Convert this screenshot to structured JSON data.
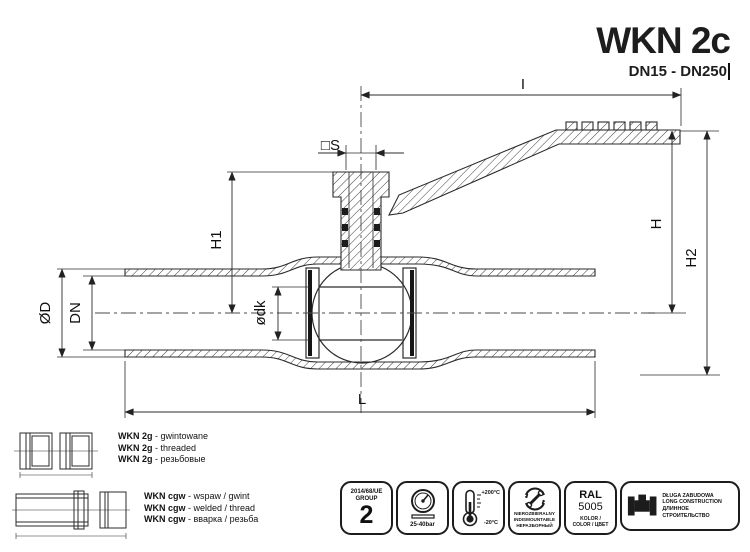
{
  "title": {
    "model": "WKN 2c",
    "range": "DN15 - DN250"
  },
  "drawing": {
    "labels": {
      "I": "I",
      "S": "□S",
      "H1": "H1",
      "dk": "ødk",
      "D": "ØD",
      "DN": "DN",
      "H": "H",
      "H2": "H2",
      "L": "L"
    }
  },
  "legend": {
    "threaded": {
      "rows": [
        {
          "code": "WKN 2g",
          "desc": "- gwintowane"
        },
        {
          "code": "WKN 2g",
          "desc": "- threaded"
        },
        {
          "code": "WKN 2g",
          "desc": "- резьбовые"
        }
      ]
    },
    "welded": {
      "rows": [
        {
          "code": "WKN cgw",
          "desc": "- wspaw / gwint"
        },
        {
          "code": "WKN cgw",
          "desc": "- welded / thread"
        },
        {
          "code": "WKN cgw",
          "desc": "- вварка / резьба"
        }
      ]
    }
  },
  "badges": {
    "directive": {
      "line1": "2014/68/UE",
      "line2": "GROUP",
      "value": "2"
    },
    "pressure": {
      "value": "25-40bar"
    },
    "temperature": {
      "max": "+200°C",
      "min": "-20°C"
    },
    "indismountable": {
      "lines": [
        "NIEROZBIERALNY",
        "INDISMOUNTABLE",
        "НЕРАЗБОРНЫЙ"
      ]
    },
    "color": {
      "line1": "RAL",
      "line2": "5005",
      "line3": "KOLOR /",
      "line4": "COLOR / ЦВЕТ"
    },
    "construction": {
      "lines": [
        "DŁUGA ZABUDOWA",
        "LONG CONSTRUCTION",
        "ДЛИННОЕ СТРОИТЕЛЬСТВО"
      ]
    }
  },
  "colors": {
    "line": "#2b2b2b",
    "text": "#111111",
    "background": "#ffffff"
  }
}
